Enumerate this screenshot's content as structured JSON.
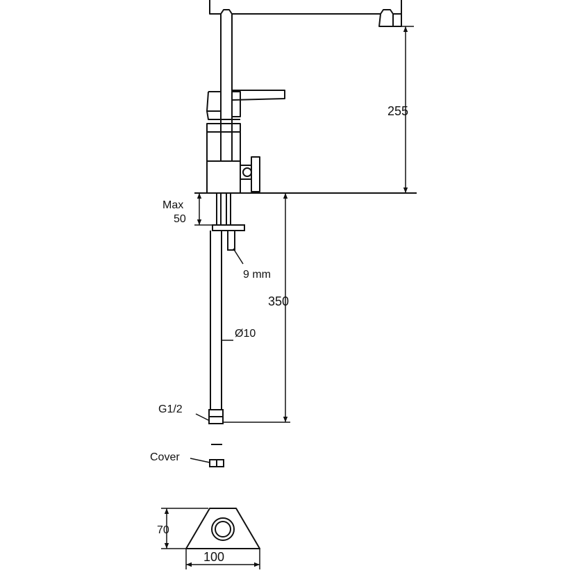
{
  "drawing": {
    "dimensions": {
      "spout_height": "255",
      "max_line1": "Max",
      "max_line2": "50",
      "hose_length": "350",
      "pin": "9 mm",
      "hose_diameter": "Ø10",
      "thread": "G1/2",
      "cover": "Cover",
      "base_depth": "70",
      "base_width": "100"
    },
    "colors": {
      "line": "#111111",
      "background": "#ffffff"
    }
  }
}
